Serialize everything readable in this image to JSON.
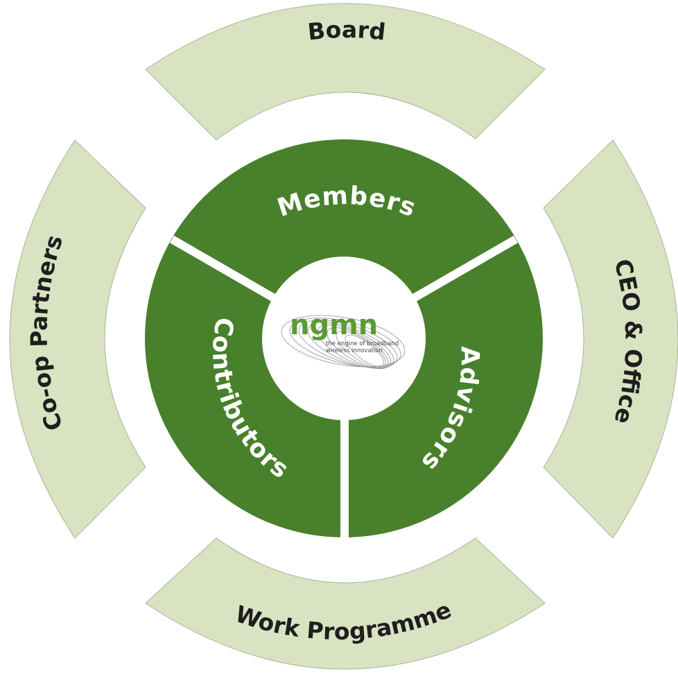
{
  "outer_ring": {
    "top": "Board",
    "right": "CEO & Office",
    "bottom": "Work  Programme",
    "left": "Co-op Partners"
  },
  "inner_ring": {
    "top": "Members",
    "right": "Advisors",
    "left": "Contributors"
  },
  "center_logo": {
    "wordmark": "ngmn",
    "tagline_line1": "the engine of broadband",
    "tagline_line2": "wireless innovation"
  },
  "colors": {
    "outer_fill": "#d9e3c1",
    "inner_fill": "#48802b",
    "logo_green": "#5c9a35"
  }
}
